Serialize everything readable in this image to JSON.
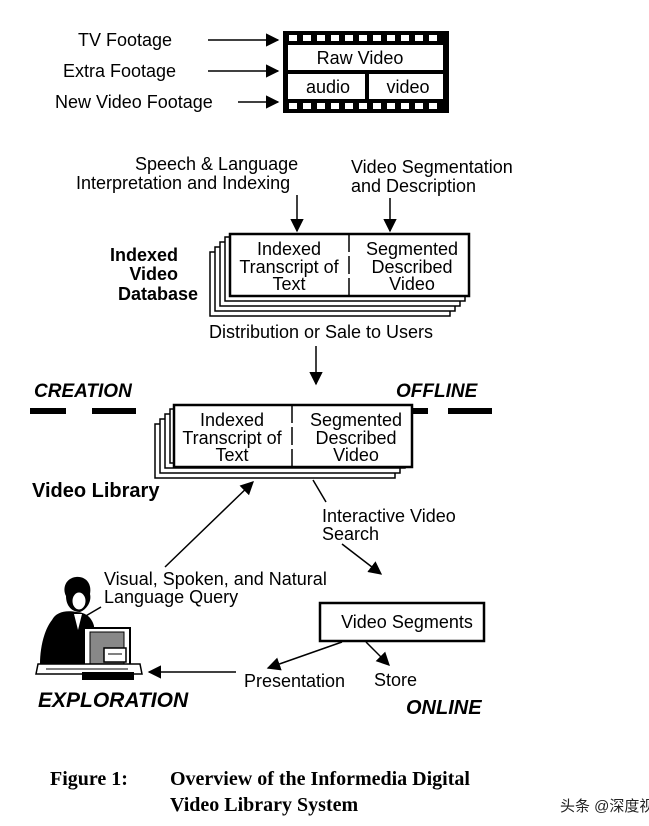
{
  "inputs": {
    "tv_footage": "TV Footage",
    "extra_footage": "Extra Footage",
    "new_video_footage": "New Video Footage"
  },
  "film_strip": {
    "raw_video": "Raw Video",
    "audio": "audio",
    "video": "video"
  },
  "processing": {
    "speech_line1": "Speech & Language",
    "speech_line2": "Interpretation and Indexing",
    "segmentation_line1": "Video Segmentation",
    "segmentation_line2": "and Description"
  },
  "indexed_db": {
    "label_line1": "Indexed",
    "label_line2": "Video",
    "label_line3": "Database",
    "transcript_line1": "Indexed",
    "transcript_line2": "Transcript of",
    "transcript_line3": "Text",
    "segmented_line1": "Segmented",
    "segmented_line2": "Described",
    "segmented_line3": "Video"
  },
  "distribution": "Distribution or Sale to Users",
  "divider": {
    "creation": "CREATION",
    "offline": "OFFLINE"
  },
  "video_library": {
    "label": "Video Library",
    "transcript_line1": "Indexed",
    "transcript_line2": "Transcript of",
    "transcript_line3": "Text",
    "segmented_line1": "Segmented",
    "segmented_line2": "Described",
    "segmented_line3": "Video"
  },
  "search": {
    "line1": "Interactive Video",
    "line2": "Search"
  },
  "query": {
    "line1": "Visual, Spoken, and Natural",
    "line2": "Language Query"
  },
  "video_segments": "Video Segments",
  "presentation": "Presentation",
  "store": "Store",
  "exploration": "EXPLORATION",
  "online": "ONLINE",
  "caption": {
    "number": "Figure 1:",
    "line1": "Overview of the Informedia Digital",
    "line2": "Video Library System"
  },
  "watermark": "头条 @深度视野"
}
